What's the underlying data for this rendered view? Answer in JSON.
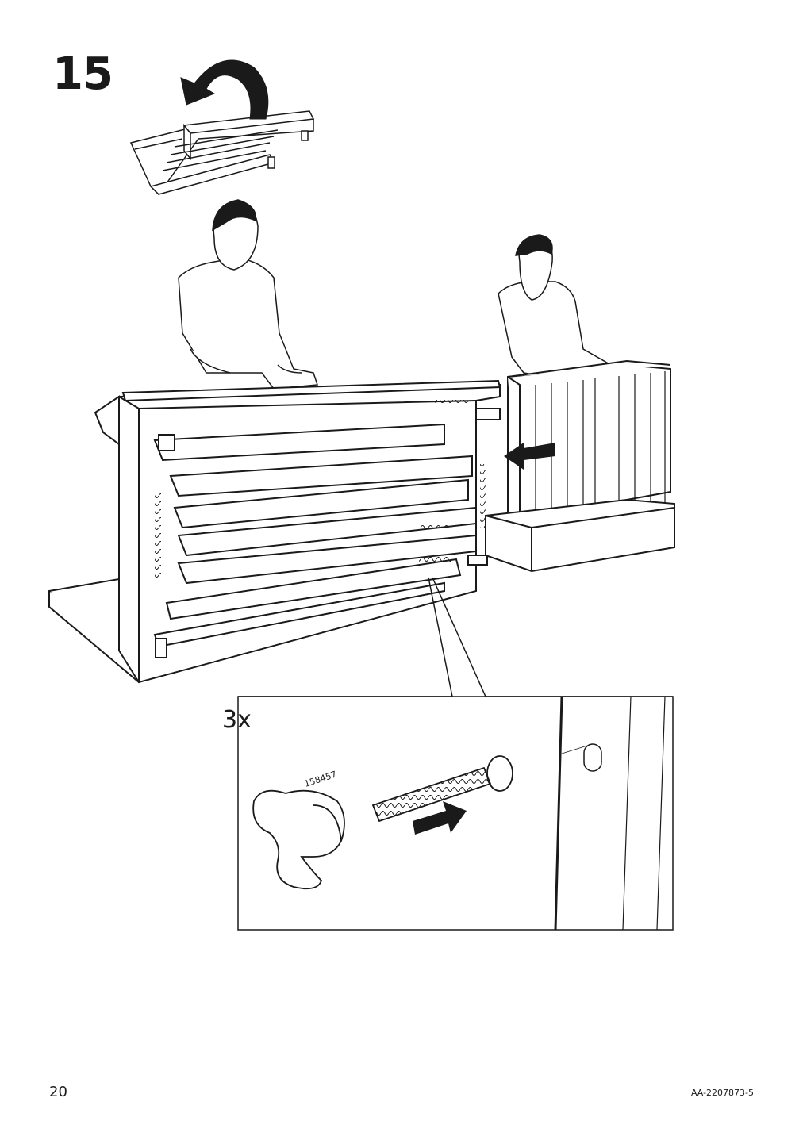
{
  "step": {
    "number": "15"
  },
  "detail": {
    "quantity": "3x",
    "part_number": "158457"
  },
  "footer": {
    "page_number": "20",
    "document_id": "AA-2207873-5"
  }
}
